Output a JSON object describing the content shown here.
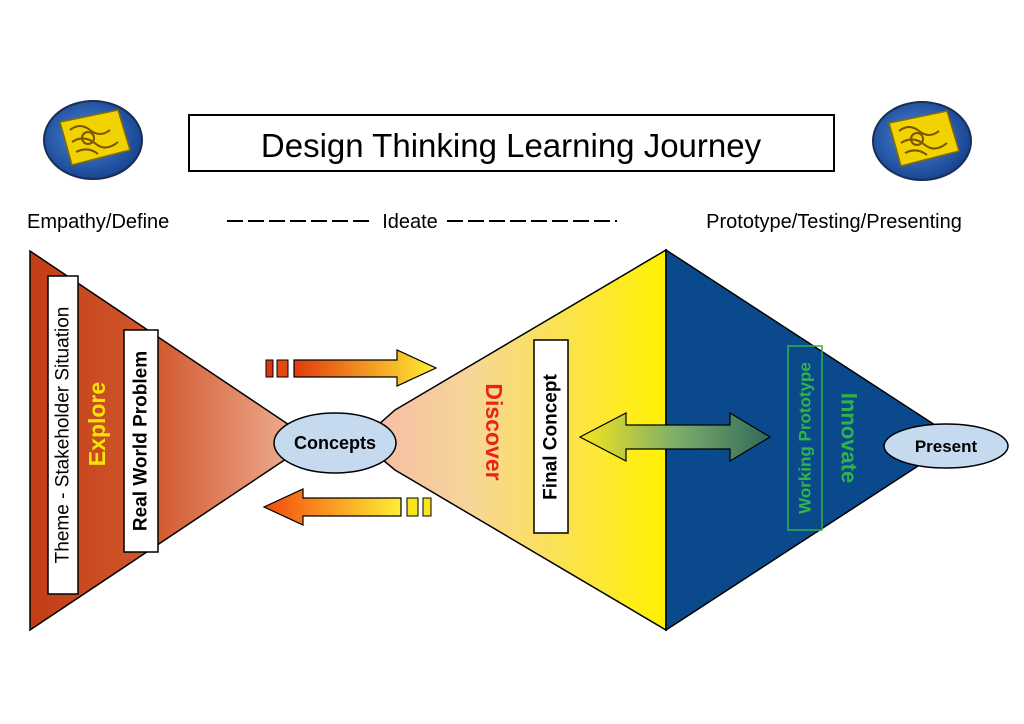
{
  "title": "Design Thinking Learning Journey",
  "stages": {
    "left": "Empathy/Define",
    "middle": "Ideate",
    "right": "Prototype/Testing/Presenting"
  },
  "labels": {
    "theme": "Theme - Stakeholder Situation",
    "explore": "Explore",
    "real_world_problem": "Real World Problem",
    "concepts": "Concepts",
    "discover": "Discover",
    "final_concept": "Final Concept",
    "working_prototype": "Working Prototype",
    "innovate": "Innovate",
    "present": "Present"
  },
  "colors": {
    "explore_text": "#f5e600",
    "discover_text": "#e8231c",
    "innovate_text": "#2fb34a",
    "working_prototype_text": "#2fb34a",
    "left_triangle": "#c8431b",
    "middle_triangle": "#fff000",
    "right_triangle": "#0a4a8c",
    "ellipse_fill": "#c6daef"
  },
  "icons": {
    "left_logo": "circular-badge-logo-icon",
    "right_logo": "circular-badge-logo-icon",
    "forward_arrow": "right-arrow-icon",
    "backward_arrow": "left-arrow-icon",
    "double_arrow": "double-headed-arrow-icon"
  }
}
